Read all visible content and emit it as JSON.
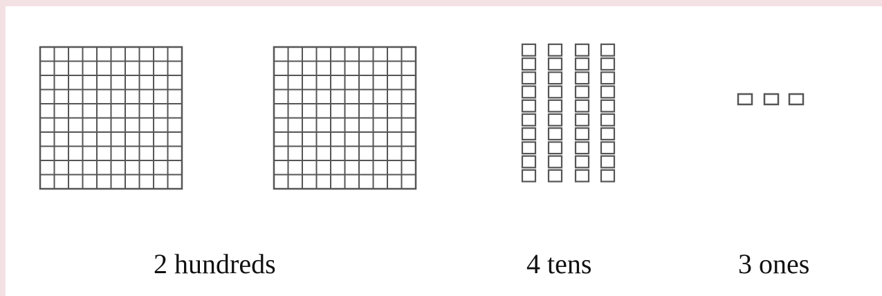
{
  "diagram": {
    "place_value": [
      {
        "place": "hundreds",
        "count": 2,
        "label": "2 hundreds",
        "units_per_block": 100
      },
      {
        "place": "tens",
        "count": 4,
        "label": "4 tens",
        "units_per_block": 10
      },
      {
        "place": "ones",
        "count": 3,
        "label": "3 ones",
        "units_per_block": 1
      }
    ],
    "colors": {
      "stroke": "#555555",
      "background": "#ffffff",
      "frame": "#f3e1e3"
    }
  }
}
